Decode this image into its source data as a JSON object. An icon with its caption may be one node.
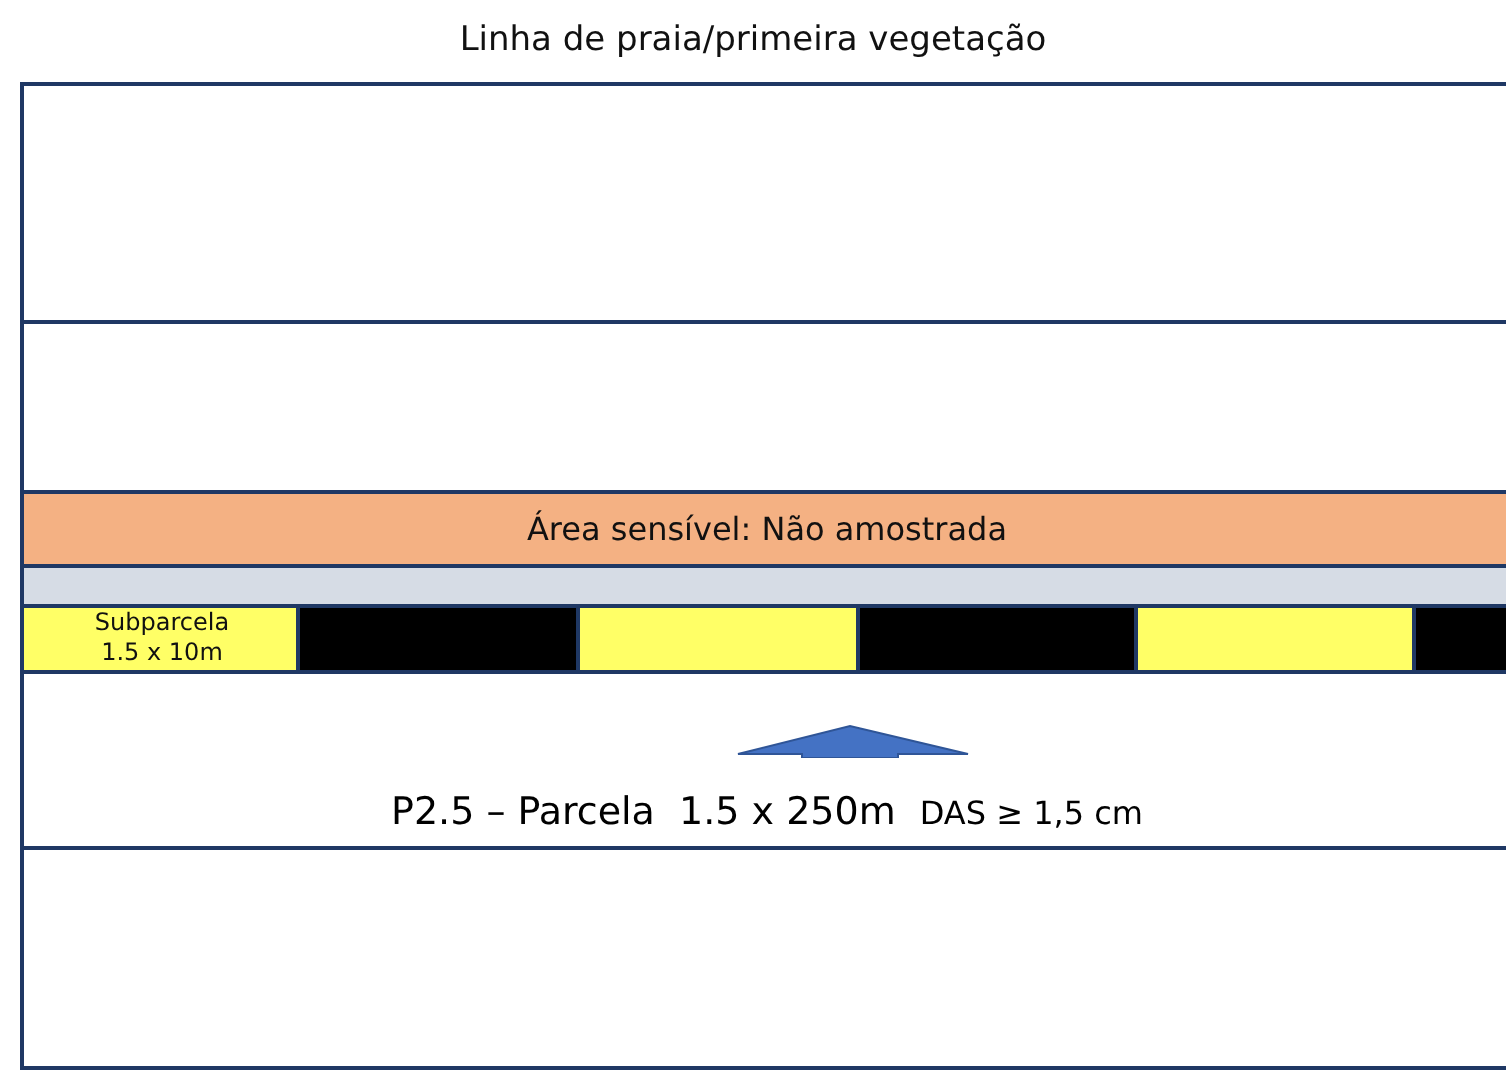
{
  "diagram": {
    "title": "Linha de praia/primeira vegetação",
    "nodes": [
      {
        "text": [],
        "shape": "box"
      },
      {
        "text": [],
        "shape": "box"
      },
      {
        "text": [
          "Área sensível: Não amostrada"
        ]
      },
      {
        "text": [],
        "shape": "box"
      },
      {
        "text": [
          "Subparcela 1.5 x 10m"
        ]
      },
      {
        "text": [],
        "shape": "box"
      },
      {
        "text": [],
        "shape": "box"
      },
      {
        "text": [],
        "shape": "box"
      },
      {
        "text": [],
        "shape": "box"
      },
      {
        "text": [],
        "shape": "box"
      },
      {
        "text": [
          "P2.5 – Parcela  1.5 x 250m",
          "DAS ≥ 1,5 cm"
        ]
      },
      {
        "text": [],
        "shape": "box"
      }
    ],
    "edges": []
  }
}
